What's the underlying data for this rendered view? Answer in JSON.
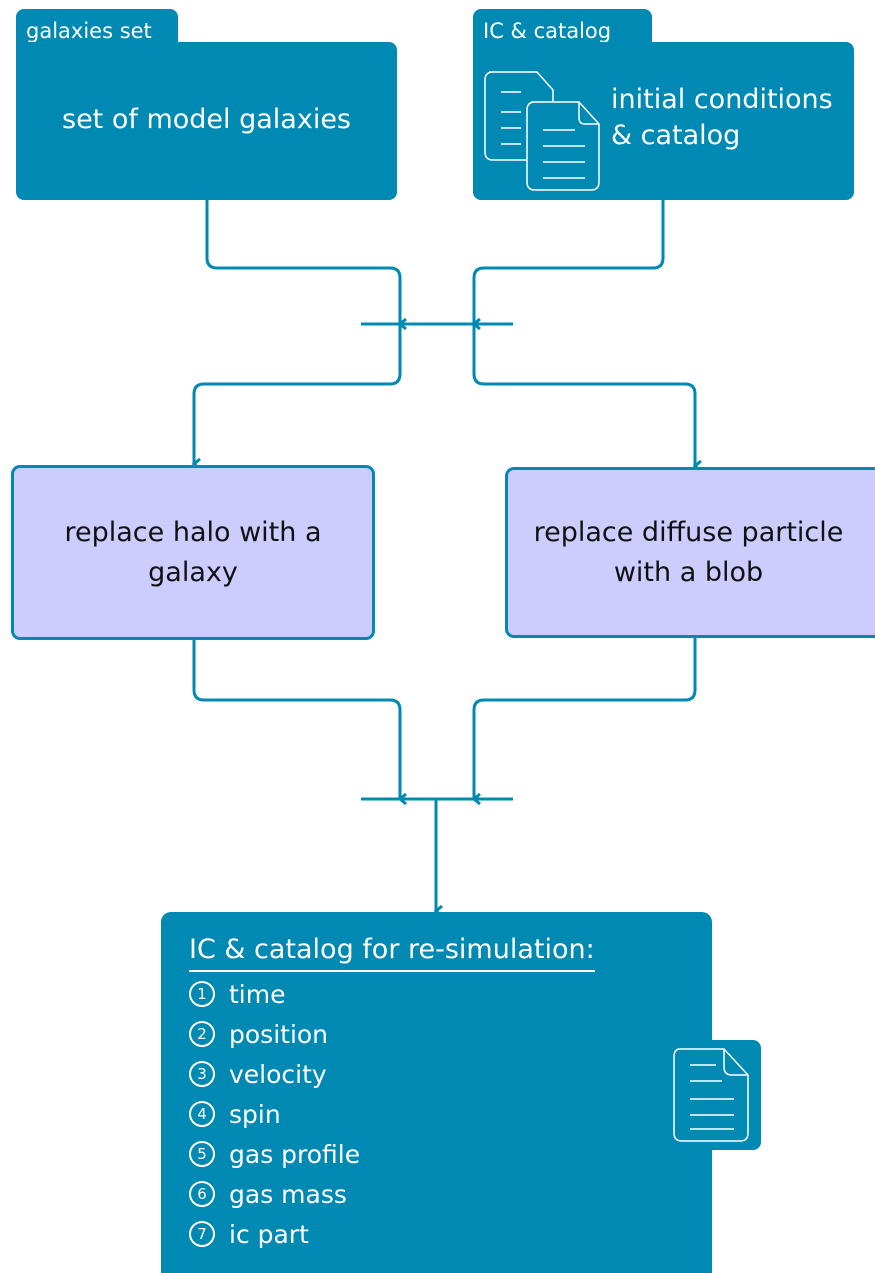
{
  "galaxies_set": {
    "tab_label": "galaxies set",
    "body_text": "set of model galaxies"
  },
  "ic_catalog": {
    "tab_label": "IC & catalog",
    "body_line1": "initial conditions",
    "body_line2": "& catalog"
  },
  "replace_halo": {
    "line1": "replace halo with a",
    "line2": "galaxy"
  },
  "replace_diffuse": {
    "line1": "replace diffuse particle",
    "line2": "with a blob"
  },
  "resim": {
    "title": "IC & catalog for re-simulation:",
    "items": [
      {
        "num": "1",
        "label": "time"
      },
      {
        "num": "2",
        "label": "position"
      },
      {
        "num": "3",
        "label": "velocity"
      },
      {
        "num": "4",
        "label": "spin"
      },
      {
        "num": "5",
        "label": "gas profile"
      },
      {
        "num": "6",
        "label": "gas mass"
      },
      {
        "num": "7",
        "label": "ic part"
      }
    ]
  },
  "colors": {
    "teal": "#0089b2",
    "lavender": "#ccccff",
    "text_dark": "#111111"
  },
  "icons": {
    "document_pair": "document-pair-icon",
    "document": "document-icon"
  }
}
